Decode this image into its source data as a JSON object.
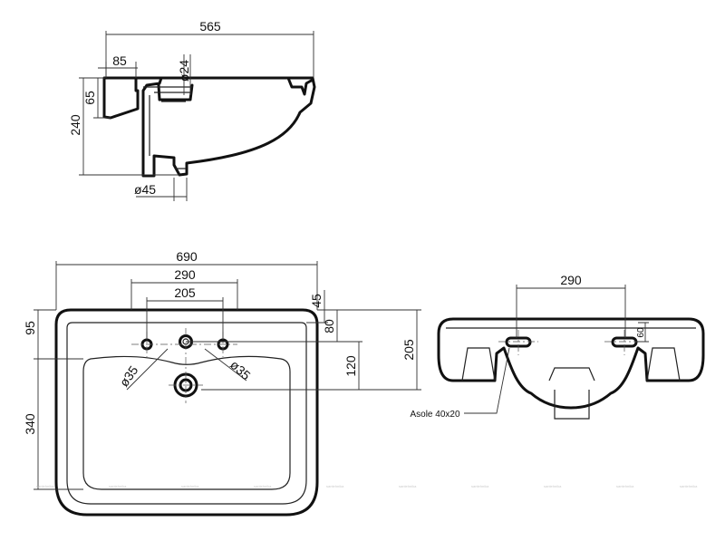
{
  "side_view": {
    "width_565": "565",
    "depth_85": "85",
    "hole_24": "ø24",
    "height_65": "65",
    "height_240": "240",
    "drain_45": "ø45"
  },
  "top_view": {
    "width_690": "690",
    "holes_290": "290",
    "holes_205": "205",
    "offset_45": "45",
    "offset_80": "80",
    "offset_120": "120",
    "offset_205": "205",
    "offset_95": "95",
    "bowl_340": "340",
    "hole_35_left": "ø35",
    "hole_35_right": "ø35"
  },
  "back_view": {
    "slots_290": "290",
    "slot_60": "60",
    "slot_note": "Asole 40x20"
  },
  "watermark": {
    "text": "santehnika"
  }
}
